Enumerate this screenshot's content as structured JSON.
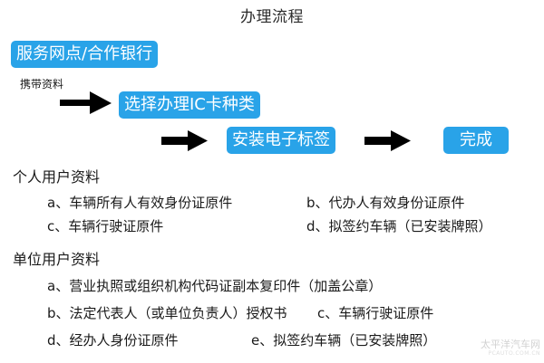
{
  "page": {
    "title": "办理流程"
  },
  "flow": {
    "arrow_label": "携带资料",
    "boxes": [
      {
        "id": "service-point",
        "label": "服务网点/合作银行"
      },
      {
        "id": "select-ic-card",
        "label": "选择办理IC卡种类"
      },
      {
        "id": "install-etag",
        "label": "安装电子标签"
      },
      {
        "id": "done",
        "label": "完成"
      }
    ],
    "arrows": [
      {
        "id": "arrow-1",
        "direction": "right"
      },
      {
        "id": "arrow-2",
        "direction": "right"
      },
      {
        "id": "arrow-3",
        "direction": "right"
      }
    ],
    "accent_color": "#29a3e8",
    "arrow_color": "#000000"
  },
  "sections": [
    {
      "id": "personal",
      "heading": "个人用户资料",
      "items": [
        "a、车辆所有人有效身份证原件",
        "b、代办人有效身份证原件",
        "c、车辆行驶证原件",
        "d、拟签约车辆（已安装牌照）"
      ]
    },
    {
      "id": "company",
      "heading": "单位用户资料",
      "items": [
        "a、营业执照或组织机构代码证副本复印件（加盖公章）",
        "b、法定代表人（或单位负责人）授权书",
        "c、车辆行驶证原件",
        "d、经办人身份证原件",
        "e、拟签约车辆（已安装牌照）"
      ]
    }
  ],
  "watermark": {
    "main": "太平洋汽车网",
    "sub": "PCAUTO.COM.CN"
  }
}
